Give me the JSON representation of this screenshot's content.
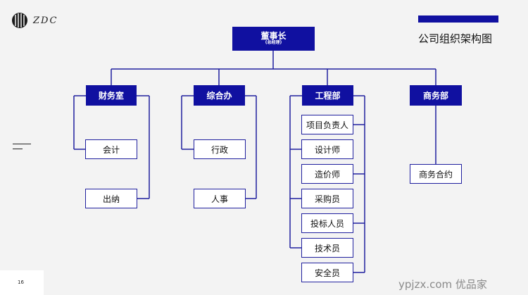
{
  "logo": {
    "text": "ZDC",
    "subtext": ""
  },
  "title": "公司组织架构图",
  "page_number": "16",
  "watermark": "ypjzx.com 优品家",
  "colors": {
    "accent": "#1010a0",
    "line": "#1f1f9e",
    "background": "#f3f3f3"
  },
  "chart": {
    "root": {
      "label": "董事长",
      "sublabel": "(总经理)"
    },
    "departments": [
      {
        "label": "财务室",
        "children": [
          "会计",
          "出纳"
        ]
      },
      {
        "label": "综合办",
        "children": [
          "行政",
          "人事"
        ]
      },
      {
        "label": "工程部",
        "children": [
          "项目负责人",
          "设计师",
          "造价师",
          "采购员",
          "投标人员",
          "技术员",
          "安全员"
        ]
      },
      {
        "label": "商务部",
        "children": [
          "商务合约"
        ]
      }
    ]
  }
}
